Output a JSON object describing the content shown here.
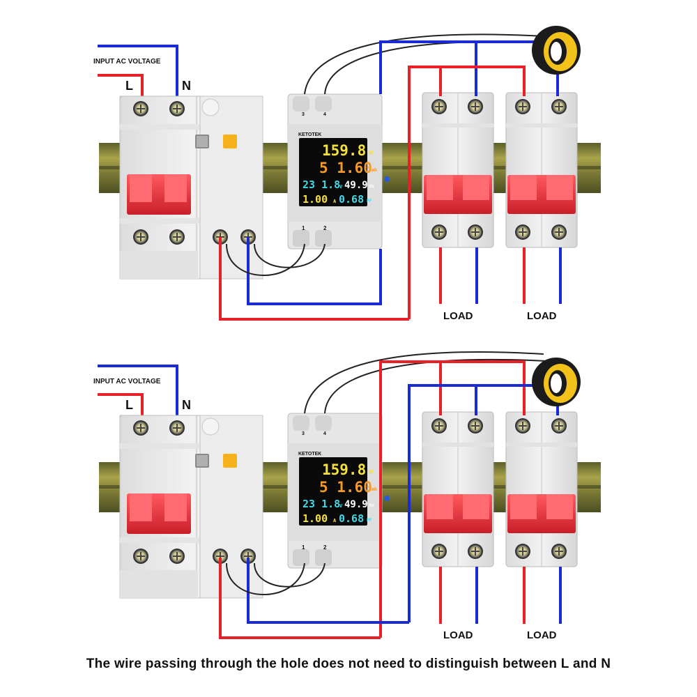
{
  "panels": [
    {
      "input_label": "INPUT AC VOLTAGE",
      "l_label": "L",
      "n_label": "N",
      "meter": {
        "brand": "KETOTEK",
        "power": "159.8",
        "power_unit": "W",
        "energy": "5 1.60",
        "energy_unit": "kWh",
        "voltage": "23 1.8",
        "voltage_unit": "V",
        "frequency": "49.9",
        "frequency_unit": "Hz",
        "current": "1.00",
        "current_unit": "A",
        "pf": "0.68",
        "pf_unit": "PF",
        "terminal_top_left": "3",
        "terminal_top_right": "4",
        "terminal_bottom_left": "1",
        "terminal_bottom_right": "2"
      },
      "loads": [
        "LOAD",
        "LOAD"
      ]
    },
    {
      "input_label": "INPUT AC VOLTAGE",
      "l_label": "L",
      "n_label": "N",
      "meter": {
        "brand": "KETOTEK",
        "power": "159.8",
        "power_unit": "W",
        "energy": "5 1.60",
        "energy_unit": "kWh",
        "voltage": "23 1.8",
        "voltage_unit": "V",
        "frequency": "49.9",
        "frequency_unit": "Hz",
        "current": "1.00",
        "current_unit": "A",
        "pf": "0.68",
        "pf_unit": "PF",
        "terminal_top_left": "3",
        "terminal_top_right": "4",
        "terminal_bottom_left": "1",
        "terminal_bottom_right": "2"
      },
      "loads": [
        "LOAD",
        "LOAD"
      ]
    }
  ],
  "caption": "The wire passing through the hole does not need to distinguish between L and N",
  "colors": {
    "line_wire": "#e8202a",
    "neutral_wire": "#1a2bd6",
    "signal_wire": "#222222",
    "breaker_toggle": "#e8303a",
    "ct_ring": "#f2c21a"
  }
}
